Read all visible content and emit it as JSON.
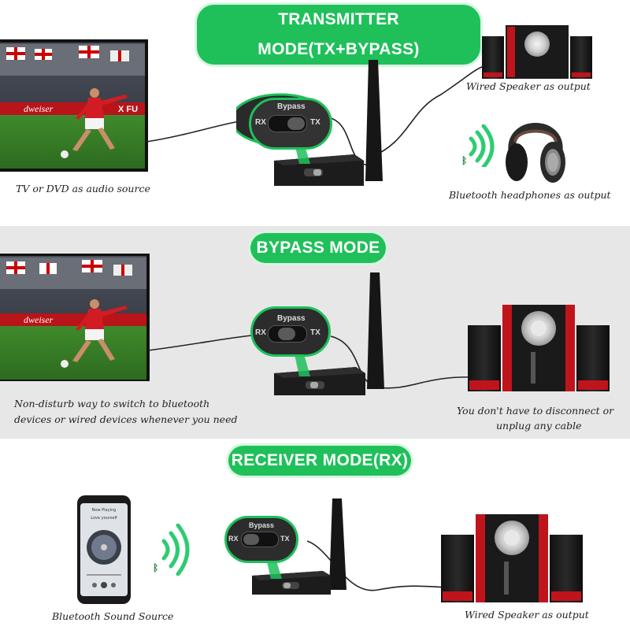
{
  "modes": [
    {
      "title": "TRANSMITTER MODE(TX+BYPASS)",
      "captions": {
        "source": "TV or DVD as audio source",
        "speaker": "Wired Speaker as output",
        "headphones": "Bluetooth headphones as output"
      }
    },
    {
      "title": "BYPASS MODE",
      "captions": {
        "source_line1": "Non-disturb way to switch to bluetooth",
        "source_line2": "devices or wired devices whenever you need",
        "speaker_line1": "You don't have to disconnect or",
        "speaker_line2": "unplug any cable"
      }
    },
    {
      "title": "RECEIVER MODE(RX)",
      "captions": {
        "source": "Bluetooth Sound  Source",
        "speaker": "Wired Speaker as output"
      }
    }
  ],
  "switch_labels": {
    "bypass": "Bypass",
    "rx": "RX",
    "tx": "TX"
  },
  "tv_banner": {
    "left": "dweiser",
    "right": "X FU"
  },
  "phone_screen": {
    "header": "Now Playing",
    "song": "Love yourself"
  },
  "colors": {
    "accent_green": "#1fc05a",
    "speaker_red": "#c0141c",
    "device_black": "#1c1c1c"
  }
}
